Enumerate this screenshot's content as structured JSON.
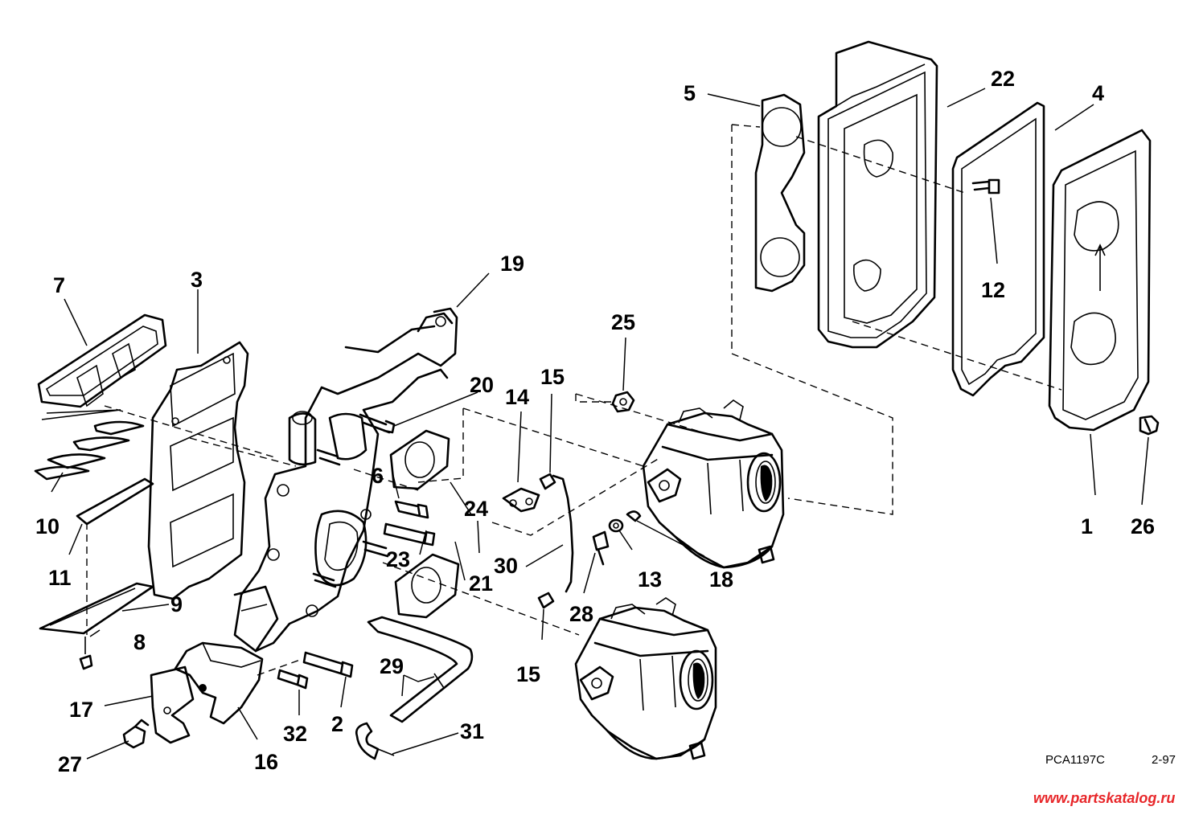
{
  "colors": {
    "line": "#000000",
    "background": "#ffffff",
    "watermark": "#e8272a"
  },
  "diagram": {
    "callouts": [
      {
        "id": "c1",
        "text": "1"
      },
      {
        "id": "c2",
        "text": "2"
      },
      {
        "id": "c3",
        "text": "3"
      },
      {
        "id": "c4",
        "text": "4"
      },
      {
        "id": "c5",
        "text": "5"
      },
      {
        "id": "c6",
        "text": "6"
      },
      {
        "id": "c7",
        "text": "7"
      },
      {
        "id": "c8",
        "text": "8"
      },
      {
        "id": "c9",
        "text": "9"
      },
      {
        "id": "c10",
        "text": "10"
      },
      {
        "id": "c11",
        "text": "11"
      },
      {
        "id": "c12",
        "text": "12"
      },
      {
        "id": "c13",
        "text": "13"
      },
      {
        "id": "c14",
        "text": "14"
      },
      {
        "id": "c15a",
        "text": "15"
      },
      {
        "id": "c15b",
        "text": "15"
      },
      {
        "id": "c16",
        "text": "16"
      },
      {
        "id": "c17",
        "text": "17"
      },
      {
        "id": "c18",
        "text": "18"
      },
      {
        "id": "c19",
        "text": "19"
      },
      {
        "id": "c20",
        "text": "20"
      },
      {
        "id": "c21",
        "text": "21"
      },
      {
        "id": "c22",
        "text": "22"
      },
      {
        "id": "c23",
        "text": "23"
      },
      {
        "id": "c24",
        "text": "24"
      },
      {
        "id": "c25",
        "text": "25"
      },
      {
        "id": "c26",
        "text": "26"
      },
      {
        "id": "c27",
        "text": "27"
      },
      {
        "id": "c28",
        "text": "28"
      },
      {
        "id": "c29",
        "text": "29"
      },
      {
        "id": "c30",
        "text": "30"
      },
      {
        "id": "c31",
        "text": "31"
      },
      {
        "id": "c32",
        "text": "32"
      }
    ],
    "catalog_code": "PCA1197C",
    "catalog_date": "2-97",
    "watermark": "www.partskatalog.ru"
  }
}
